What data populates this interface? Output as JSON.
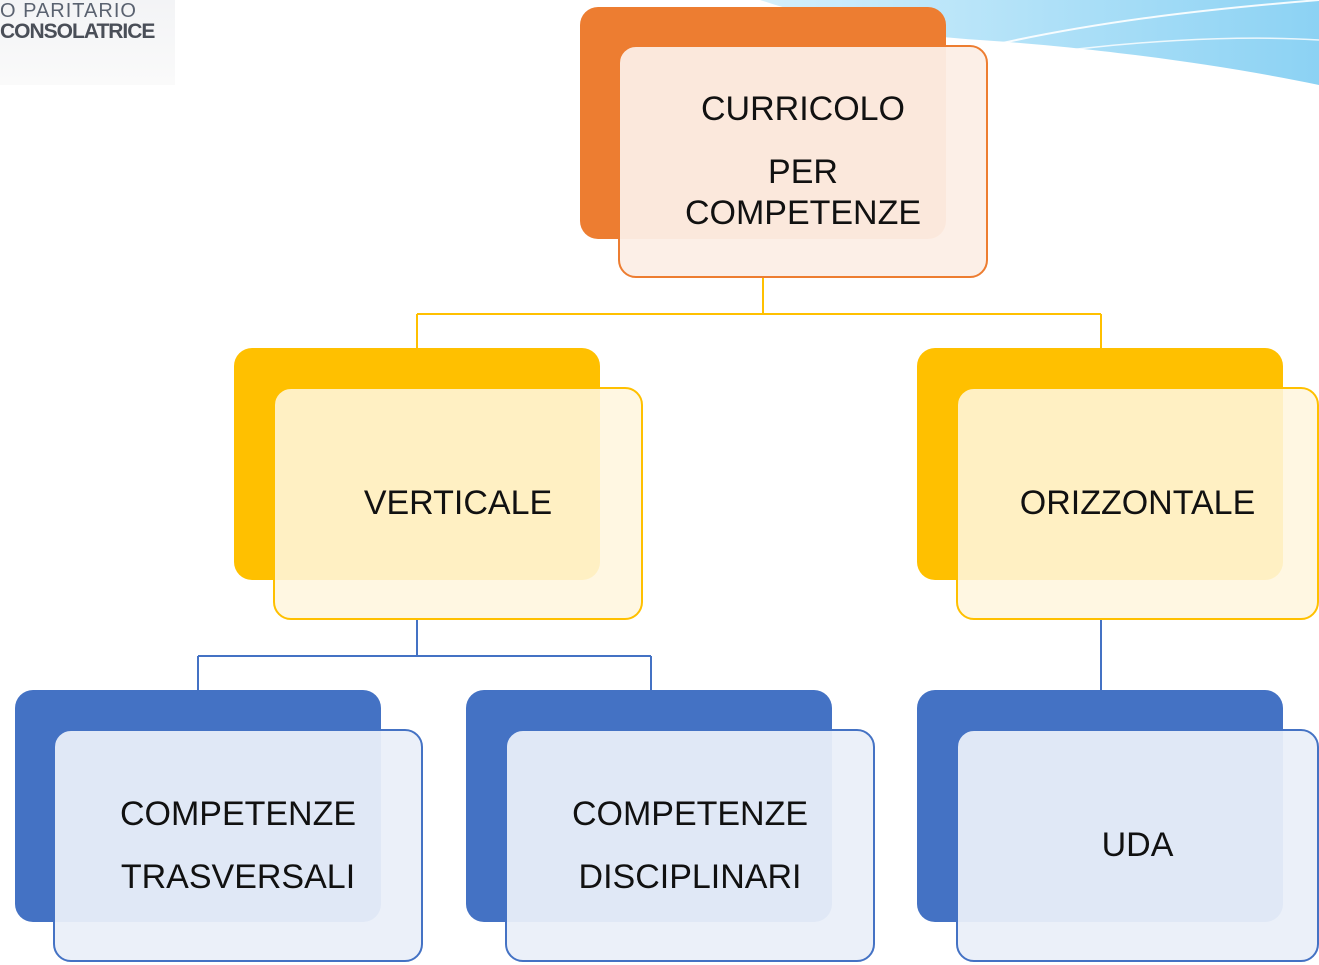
{
  "logo": {
    "line1": "O PARITARIO",
    "line2": "CONSOLATRICE"
  },
  "diagram": {
    "root": {
      "line1": "CURRICOLO",
      "line2": "PER",
      "line3": "COMPETENZE"
    },
    "left": {
      "label": "VERTICALE"
    },
    "right": {
      "label": "ORIZZONTALE"
    },
    "leaf1": {
      "line1": "COMPETENZE",
      "line2": "TRASVERSALI"
    },
    "leaf2": {
      "line1": "COMPETENZE",
      "line2": "DISCIPLINARI"
    },
    "leaf3": {
      "label": "UDA"
    }
  },
  "colors": {
    "root_accent": "#ed7d31",
    "mid_accent": "#ffc000",
    "leaf_accent": "#4472c4",
    "decor_blue": "#8fd3f4"
  }
}
